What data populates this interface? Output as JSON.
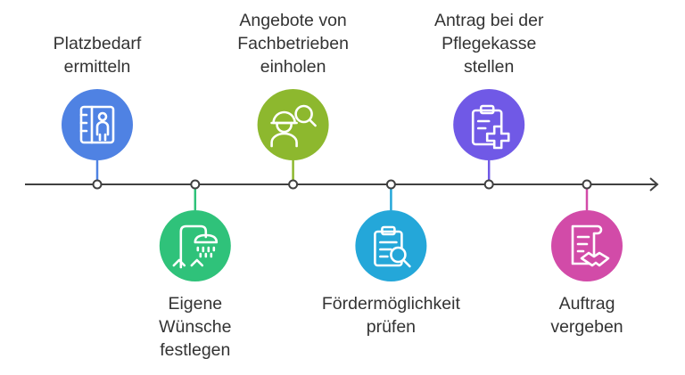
{
  "steps": [
    {
      "label": "Platzbedarf\nermitteln",
      "color": "#4f82e3",
      "icon": "measure-person-icon",
      "side": "top"
    },
    {
      "label": "Eigene\nWünsche\nfestlegen",
      "color": "#2fc27a",
      "icon": "shower-icon",
      "side": "bottom"
    },
    {
      "label": "Angebote von\nFachbetrieben\neinholen",
      "color": "#8db82e",
      "icon": "worker-search-icon",
      "side": "top"
    },
    {
      "label": "Fördermöglichkeit\nprüfen",
      "color": "#24a7d9",
      "icon": "clipboard-search-icon",
      "side": "bottom"
    },
    {
      "label": "Antrag bei der\nPflegekasse\nstellen",
      "color": "#7059e6",
      "icon": "clipboard-plus-icon",
      "side": "top"
    },
    {
      "label": "Auftrag\nvergeben",
      "color": "#d24ba8",
      "icon": "contract-handshake-icon",
      "side": "bottom"
    }
  ]
}
